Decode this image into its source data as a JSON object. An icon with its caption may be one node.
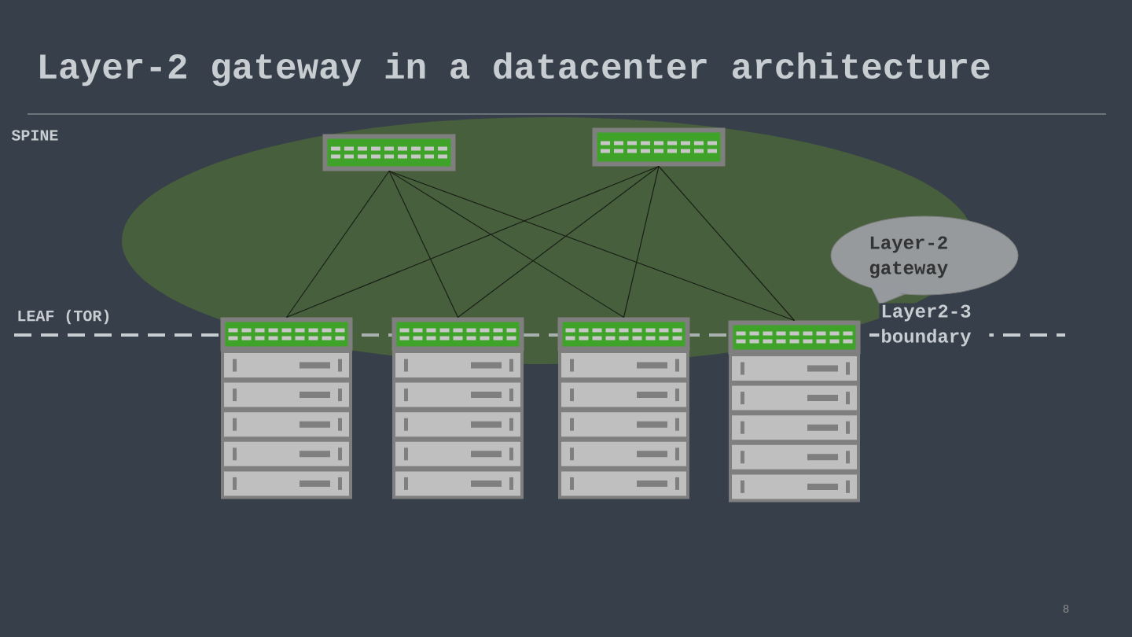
{
  "diagram": {
    "title": "Layer-2 gateway in a datacenter architecture",
    "nodes": [
      {
        "text": [],
        "shape": "box"
      },
      {
        "text": [],
        "shape": "box"
      },
      {
        "text": [],
        "shape": "box"
      },
      {
        "text": [],
        "shape": "box"
      },
      {
        "text": [],
        "shape": "box"
      },
      {
        "text": [],
        "shape": "box"
      },
      {
        "text": [
          "Layer-2 gateway"
        ]
      }
    ],
    "edges": [
      {
        "from": 0,
        "to": 2,
        "arrow": "none"
      },
      {
        "from": 0,
        "to": 3,
        "arrow": "none"
      },
      {
        "from": 0,
        "to": 4,
        "arrow": "none"
      },
      {
        "from": 0,
        "to": 5,
        "arrow": "none"
      },
      {
        "from": 1,
        "to": 2,
        "arrow": "none"
      },
      {
        "from": 1,
        "to": 3,
        "arrow": "none"
      },
      {
        "from": 1,
        "to": 4,
        "arrow": "none"
      },
      {
        "from": 1,
        "to": 5,
        "arrow": "none"
      }
    ],
    "labels": [
      "SPINE",
      "LEAF (TOR)",
      "Layer2-3 boundary",
      "8"
    ]
  }
}
